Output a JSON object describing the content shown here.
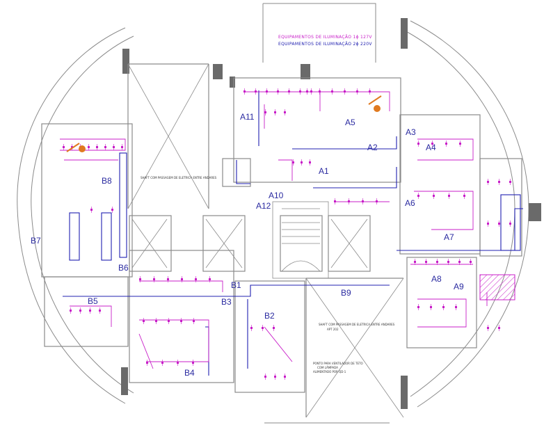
{
  "legend": {
    "line1": "EQUIPAMENTOS DE ILUMINAÇÃO 1ϕ 127V",
    "line2": "EQUIPAMENTOS DE ILUMINAÇÃO 2ϕ 220V"
  },
  "colors": {
    "phase1": "#c81ec8",
    "phase2": "#2020b0",
    "wall": "#7a7a7a",
    "column": "#555555",
    "hatch": "#c81ec8"
  },
  "rooms": {
    "A1": "A1",
    "A2": "A2",
    "A3": "A3",
    "A4": "A4",
    "A5": "A5",
    "A6": "A6",
    "A7": "A7",
    "A8": "A8",
    "A9": "A9",
    "A10": "A10",
    "A11": "A11",
    "A12": "A12",
    "B1": "B1",
    "B2": "B2",
    "B3": "B3",
    "B4": "B4",
    "B5": "B5",
    "B6": "B6",
    "B7": "B7",
    "B8": "B8",
    "B9": "B9"
  },
  "notes": {
    "shaft_upper": "SHAFT COM PASSAGEM DE ELETRICA ENTRE ANDARES",
    "shaft_lower_1": "SHAFT COM PASSAGEM DE ELETRICA ENTRE ANDARES",
    "shaft_lower_2": "APT 202",
    "fan_1": "PONTO PARA VENTILADOR DE TETO",
    "fan_2": "COM LÂMPADA",
    "fan_3": "ALIMENTADO POR QD-1"
  }
}
